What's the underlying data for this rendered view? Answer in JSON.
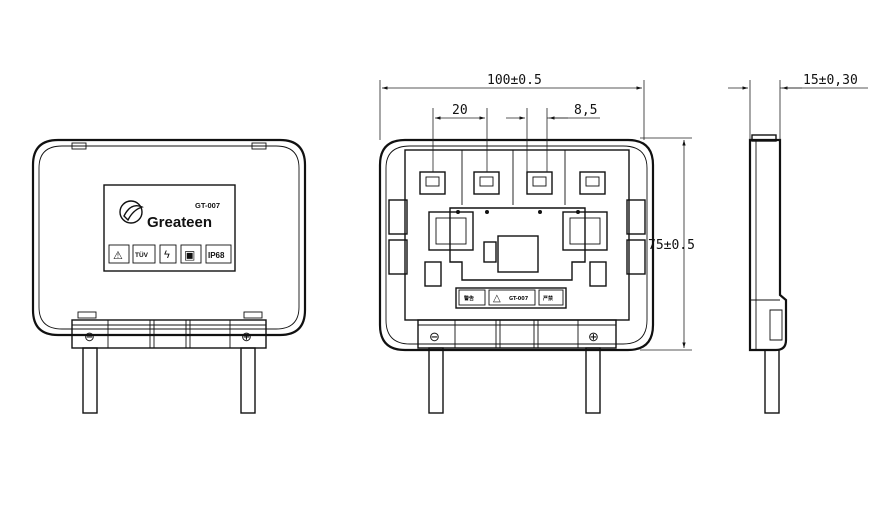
{
  "front_view": {
    "brand": "Greateen",
    "model": "GT-007",
    "badges": [
      "⚠",
      "TÜV",
      "ϟ",
      "▣",
      "IP68"
    ],
    "terminal_left": "⊖",
    "terminal_right": "⊕"
  },
  "internal_view": {
    "dimension_width": "100±0.5",
    "dimension_pitch": "20",
    "dimension_gap": "8,5",
    "dimension_height": "75±0.5",
    "terminal_left": "⊖",
    "terminal_right": "⊕",
    "warning_labels": [
      "警告",
      "GT-007",
      "严禁"
    ]
  },
  "side_view": {
    "dimension_thickness": "15±0,30"
  }
}
